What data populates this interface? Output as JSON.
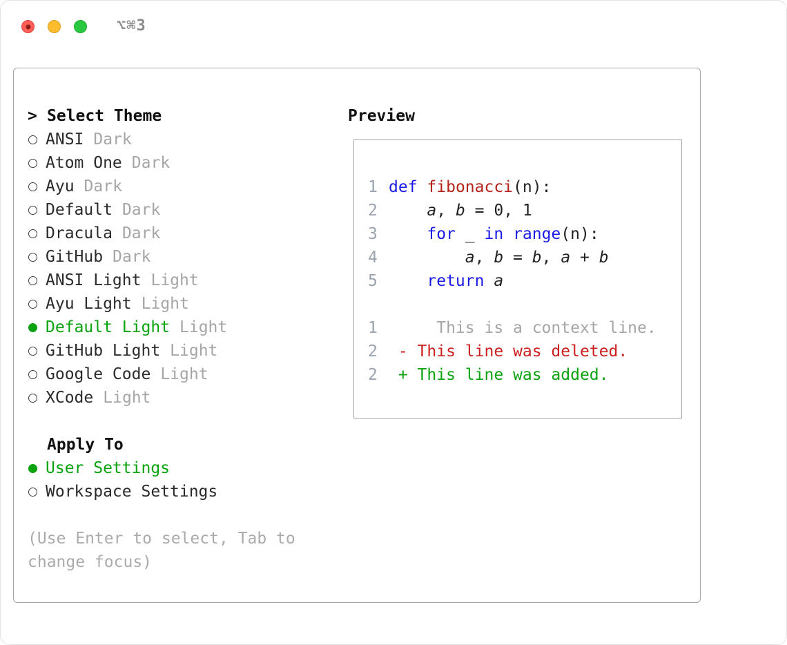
{
  "window": {
    "shortcut_label": "⌥⌘3"
  },
  "selector": {
    "prompt": ">",
    "title": "Select Theme",
    "themes": [
      {
        "name": "ANSI",
        "variant": "Dark",
        "selected": false
      },
      {
        "name": "Atom One",
        "variant": "Dark",
        "selected": false
      },
      {
        "name": "Ayu",
        "variant": "Dark",
        "selected": false
      },
      {
        "name": "Default",
        "variant": "Dark",
        "selected": false
      },
      {
        "name": "Dracula",
        "variant": "Dark",
        "selected": false
      },
      {
        "name": "GitHub",
        "variant": "Dark",
        "selected": false
      },
      {
        "name": "ANSI Light",
        "variant": "Light",
        "selected": false
      },
      {
        "name": "Ayu Light",
        "variant": "Light",
        "selected": false
      },
      {
        "name": "Default Light",
        "variant": "Light",
        "selected": true
      },
      {
        "name": "GitHub Light",
        "variant": "Light",
        "selected": false
      },
      {
        "name": "Google Code",
        "variant": "Light",
        "selected": false
      },
      {
        "name": "XCode",
        "variant": "Light",
        "selected": false
      }
    ],
    "apply_to": {
      "title": "Apply To",
      "options": [
        {
          "label": "User Settings",
          "selected": true
        },
        {
          "label": "Workspace Settings",
          "selected": false
        }
      ]
    },
    "hint_lines": [
      "(Use Enter to select, Tab to",
      "change focus)"
    ]
  },
  "preview": {
    "title": "Preview",
    "code_lines": [
      {
        "num": "1",
        "tokens": [
          {
            "text": "def",
            "style": "keyword"
          },
          {
            "text": " ",
            "style": "plain"
          },
          {
            "text": "fibonacci",
            "style": "function"
          },
          {
            "text": "(n):",
            "style": "plain"
          }
        ]
      },
      {
        "num": "2",
        "tokens": [
          {
            "text": "    ",
            "style": "plain"
          },
          {
            "text": "a",
            "style": "variable"
          },
          {
            "text": ", ",
            "style": "plain"
          },
          {
            "text": "b",
            "style": "variable"
          },
          {
            "text": " = 0, 1",
            "style": "plain"
          }
        ]
      },
      {
        "num": "3",
        "tokens": [
          {
            "text": "    ",
            "style": "plain"
          },
          {
            "text": "for",
            "style": "keyword"
          },
          {
            "text": " _ ",
            "style": "plain"
          },
          {
            "text": "in",
            "style": "keyword"
          },
          {
            "text": " ",
            "style": "plain"
          },
          {
            "text": "range",
            "style": "keyword"
          },
          {
            "text": "(n):",
            "style": "plain"
          }
        ]
      },
      {
        "num": "4",
        "tokens": [
          {
            "text": "        ",
            "style": "plain"
          },
          {
            "text": "a",
            "style": "variable"
          },
          {
            "text": ", ",
            "style": "plain"
          },
          {
            "text": "b",
            "style": "variable"
          },
          {
            "text": " = ",
            "style": "plain"
          },
          {
            "text": "b",
            "style": "variable"
          },
          {
            "text": ", ",
            "style": "plain"
          },
          {
            "text": "a",
            "style": "variable"
          },
          {
            "text": " + ",
            "style": "plain"
          },
          {
            "text": "b",
            "style": "variable"
          }
        ]
      },
      {
        "num": "5",
        "tokens": [
          {
            "text": "    ",
            "style": "plain"
          },
          {
            "text": "return",
            "style": "keyword"
          },
          {
            "text": " ",
            "style": "plain"
          },
          {
            "text": "a",
            "style": "variable"
          }
        ]
      }
    ],
    "diff_lines": [
      {
        "num": "1",
        "text": "     This is a context line.",
        "type": "context"
      },
      {
        "num": "2",
        "text": " - This line was deleted.",
        "type": "deleted"
      },
      {
        "num": "2",
        "text": " + This line was added.",
        "type": "added"
      }
    ]
  },
  "colors": {
    "accent_green": "#0aa30f",
    "keyword_blue": "#1a1ae6",
    "function_red": "#b42318",
    "deleted_red": "#cc1f1f",
    "added_green": "#0aa30f",
    "context_gray": "#a6a6a6",
    "variant_gray": "#a6a6a6",
    "gutter_gray": "#9aa3ad",
    "hint_gray": "#ababab",
    "text_dark": "#222222"
  }
}
